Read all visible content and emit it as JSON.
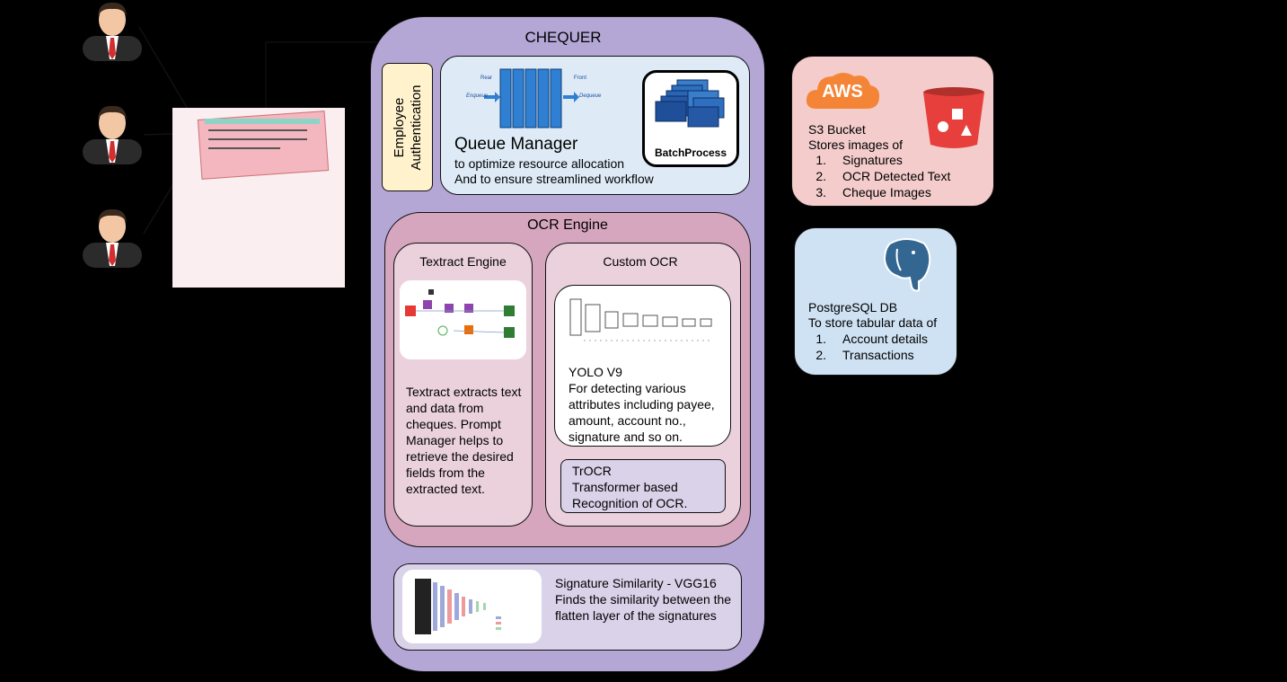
{
  "chequer": {
    "title": "CHEQUER"
  },
  "auth": {
    "line1": "Employee",
    "line2": "Authentication"
  },
  "queue": {
    "title": "Queue Manager",
    "desc1": "to optimize resource allocation",
    "desc2": "And to ensure streamlined workflow",
    "diagram": {
      "rear": "Rear",
      "front": "Front",
      "enqueue": "Enqueue",
      "dequeue": "Dequeue"
    },
    "batch_label": "BatchProcess"
  },
  "ocr": {
    "title": "OCR Engine",
    "textract": {
      "title": "Textract Engine",
      "desc": "Textract extracts text and data from cheques. Prompt Manager helps to retrieve the desired fields from the extracted text."
    },
    "custom": {
      "title": "Custom OCR",
      "yolo_title": "YOLO V9",
      "yolo_desc": "For detecting various attributes including payee, amount, account no., signature and so on.",
      "trocr_title": "TrOCR",
      "trocr_desc1": "Transformer based",
      "trocr_desc2": "Recognition of OCR."
    }
  },
  "signature": {
    "title": "Signature Similarity - VGG16",
    "desc": "Finds the similarity between the flatten layer of the signatures"
  },
  "s3": {
    "logo": "AWS",
    "title": "S3 Bucket",
    "subtitle": "Stores images of",
    "items": [
      {
        "n": "1.",
        "label": "Signatures"
      },
      {
        "n": "2.",
        "label": "OCR Detected Text"
      },
      {
        "n": "3.",
        "label": "Cheque Images"
      }
    ]
  },
  "postgres": {
    "title": "PostgreSQL DB",
    "subtitle": "To store tabular data of",
    "items": [
      {
        "n": "1.",
        "label": "Account details"
      },
      {
        "n": "2.",
        "label": "Transactions"
      }
    ]
  },
  "icons": [
    "person-icon",
    "cheque-image",
    "queue-icon",
    "batch-process-icon",
    "aws-logo",
    "s3-bucket-icon",
    "postgresql-elephant-icon"
  ],
  "colors": {
    "chequer_bg": "#b4a7d6",
    "queue_bg": "#deebf7",
    "ocr_bg": "#d5a6bd",
    "engine_bg": "#ead1dc",
    "s3_bg": "#f4cccc",
    "pg_bg": "#cfe2f3",
    "auth_bg": "#fff2cc",
    "aws_orange": "#f58536",
    "s3_red": "#e7403c"
  }
}
